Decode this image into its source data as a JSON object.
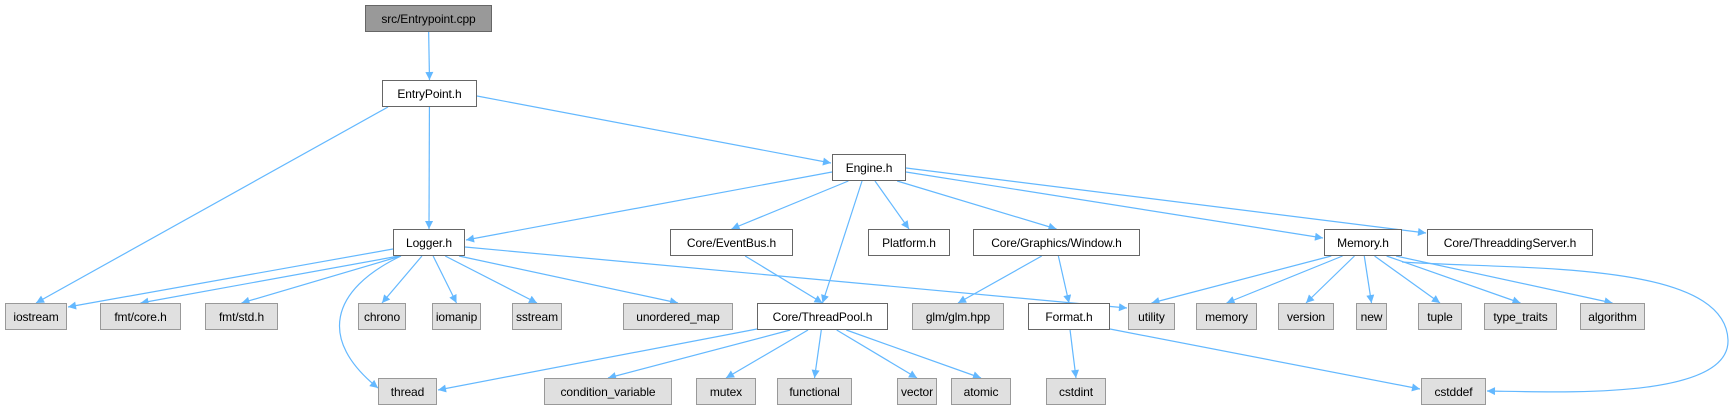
{
  "diagram": {
    "title": "Include dependency graph for src/Entrypoint.cpp",
    "colors": {
      "edge": "#63b8ff",
      "root_fill": "#999999",
      "local_fill": "#ffffff",
      "system_fill": "#e0e0e0"
    },
    "nodes": [
      {
        "id": "src_entrypoint_cpp",
        "label": "src/Entrypoint.cpp",
        "kind": "root"
      },
      {
        "id": "entrypoint_h",
        "label": "EntryPoint.h",
        "kind": "local"
      },
      {
        "id": "engine_h",
        "label": "Engine.h",
        "kind": "local"
      },
      {
        "id": "logger_h",
        "label": "Logger.h",
        "kind": "local"
      },
      {
        "id": "eventbus_h",
        "label": "Core/EventBus.h",
        "kind": "local"
      },
      {
        "id": "platform_h",
        "label": "Platform.h",
        "kind": "local"
      },
      {
        "id": "window_h",
        "label": "Core/Graphics/Window.h",
        "kind": "local"
      },
      {
        "id": "memory_h",
        "label": "Memory.h",
        "kind": "local"
      },
      {
        "id": "threaddingserver_h",
        "label": "Core/ThreaddingServer.h",
        "kind": "local"
      },
      {
        "id": "iostream",
        "label": "iostream",
        "kind": "system"
      },
      {
        "id": "fmt_core_h",
        "label": "fmt/core.h",
        "kind": "system"
      },
      {
        "id": "fmt_std_h",
        "label": "fmt/std.h",
        "kind": "system"
      },
      {
        "id": "chrono",
        "label": "chrono",
        "kind": "system"
      },
      {
        "id": "iomanip",
        "label": "iomanip",
        "kind": "system"
      },
      {
        "id": "sstream",
        "label": "sstream",
        "kind": "system"
      },
      {
        "id": "unordered_map",
        "label": "unordered_map",
        "kind": "system"
      },
      {
        "id": "threadpool_h",
        "label": "Core/ThreadPool.h",
        "kind": "local"
      },
      {
        "id": "glm_hpp",
        "label": "glm/glm.hpp",
        "kind": "system"
      },
      {
        "id": "format_h",
        "label": "Format.h",
        "kind": "local"
      },
      {
        "id": "utility",
        "label": "utility",
        "kind": "system"
      },
      {
        "id": "memory",
        "label": "memory",
        "kind": "system"
      },
      {
        "id": "version",
        "label": "version",
        "kind": "system"
      },
      {
        "id": "new",
        "label": "new",
        "kind": "system"
      },
      {
        "id": "tuple",
        "label": "tuple",
        "kind": "system"
      },
      {
        "id": "type_traits",
        "label": "type_traits",
        "kind": "system"
      },
      {
        "id": "algorithm",
        "label": "algorithm",
        "kind": "system"
      },
      {
        "id": "thread",
        "label": "thread",
        "kind": "system"
      },
      {
        "id": "condition_variable",
        "label": "condition_variable",
        "kind": "system"
      },
      {
        "id": "mutex",
        "label": "mutex",
        "kind": "system"
      },
      {
        "id": "functional",
        "label": "functional",
        "kind": "system"
      },
      {
        "id": "vector",
        "label": "vector",
        "kind": "system"
      },
      {
        "id": "atomic",
        "label": "atomic",
        "kind": "system"
      },
      {
        "id": "cstdint",
        "label": "cstdint",
        "kind": "system"
      },
      {
        "id": "cstddef",
        "label": "cstddef",
        "kind": "system"
      }
    ],
    "edges": [
      [
        "src_entrypoint_cpp",
        "entrypoint_h"
      ],
      [
        "entrypoint_h",
        "iostream"
      ],
      [
        "entrypoint_h",
        "logger_h"
      ],
      [
        "entrypoint_h",
        "engine_h"
      ],
      [
        "engine_h",
        "logger_h"
      ],
      [
        "engine_h",
        "eventbus_h"
      ],
      [
        "engine_h",
        "threadpool_h"
      ],
      [
        "engine_h",
        "platform_h"
      ],
      [
        "engine_h",
        "window_h"
      ],
      [
        "engine_h",
        "memory_h"
      ],
      [
        "engine_h",
        "threaddingserver_h"
      ],
      [
        "logger_h",
        "iostream"
      ],
      [
        "logger_h",
        "fmt_core_h"
      ],
      [
        "logger_h",
        "fmt_std_h"
      ],
      [
        "logger_h",
        "thread"
      ],
      [
        "logger_h",
        "chrono"
      ],
      [
        "logger_h",
        "iomanip"
      ],
      [
        "logger_h",
        "sstream"
      ],
      [
        "logger_h",
        "unordered_map"
      ],
      [
        "logger_h",
        "utility"
      ],
      [
        "eventbus_h",
        "threadpool_h"
      ],
      [
        "window_h",
        "glm_hpp"
      ],
      [
        "window_h",
        "format_h"
      ],
      [
        "threadpool_h",
        "thread"
      ],
      [
        "threadpool_h",
        "condition_variable"
      ],
      [
        "threadpool_h",
        "mutex"
      ],
      [
        "threadpool_h",
        "functional"
      ],
      [
        "threadpool_h",
        "vector"
      ],
      [
        "threadpool_h",
        "atomic"
      ],
      [
        "format_h",
        "cstdint"
      ],
      [
        "format_h",
        "cstddef"
      ],
      [
        "memory_h",
        "utility"
      ],
      [
        "memory_h",
        "memory"
      ],
      [
        "memory_h",
        "version"
      ],
      [
        "memory_h",
        "new"
      ],
      [
        "memory_h",
        "tuple"
      ],
      [
        "memory_h",
        "type_traits"
      ],
      [
        "memory_h",
        "algorithm"
      ],
      [
        "memory_h",
        "cstddef"
      ]
    ]
  }
}
